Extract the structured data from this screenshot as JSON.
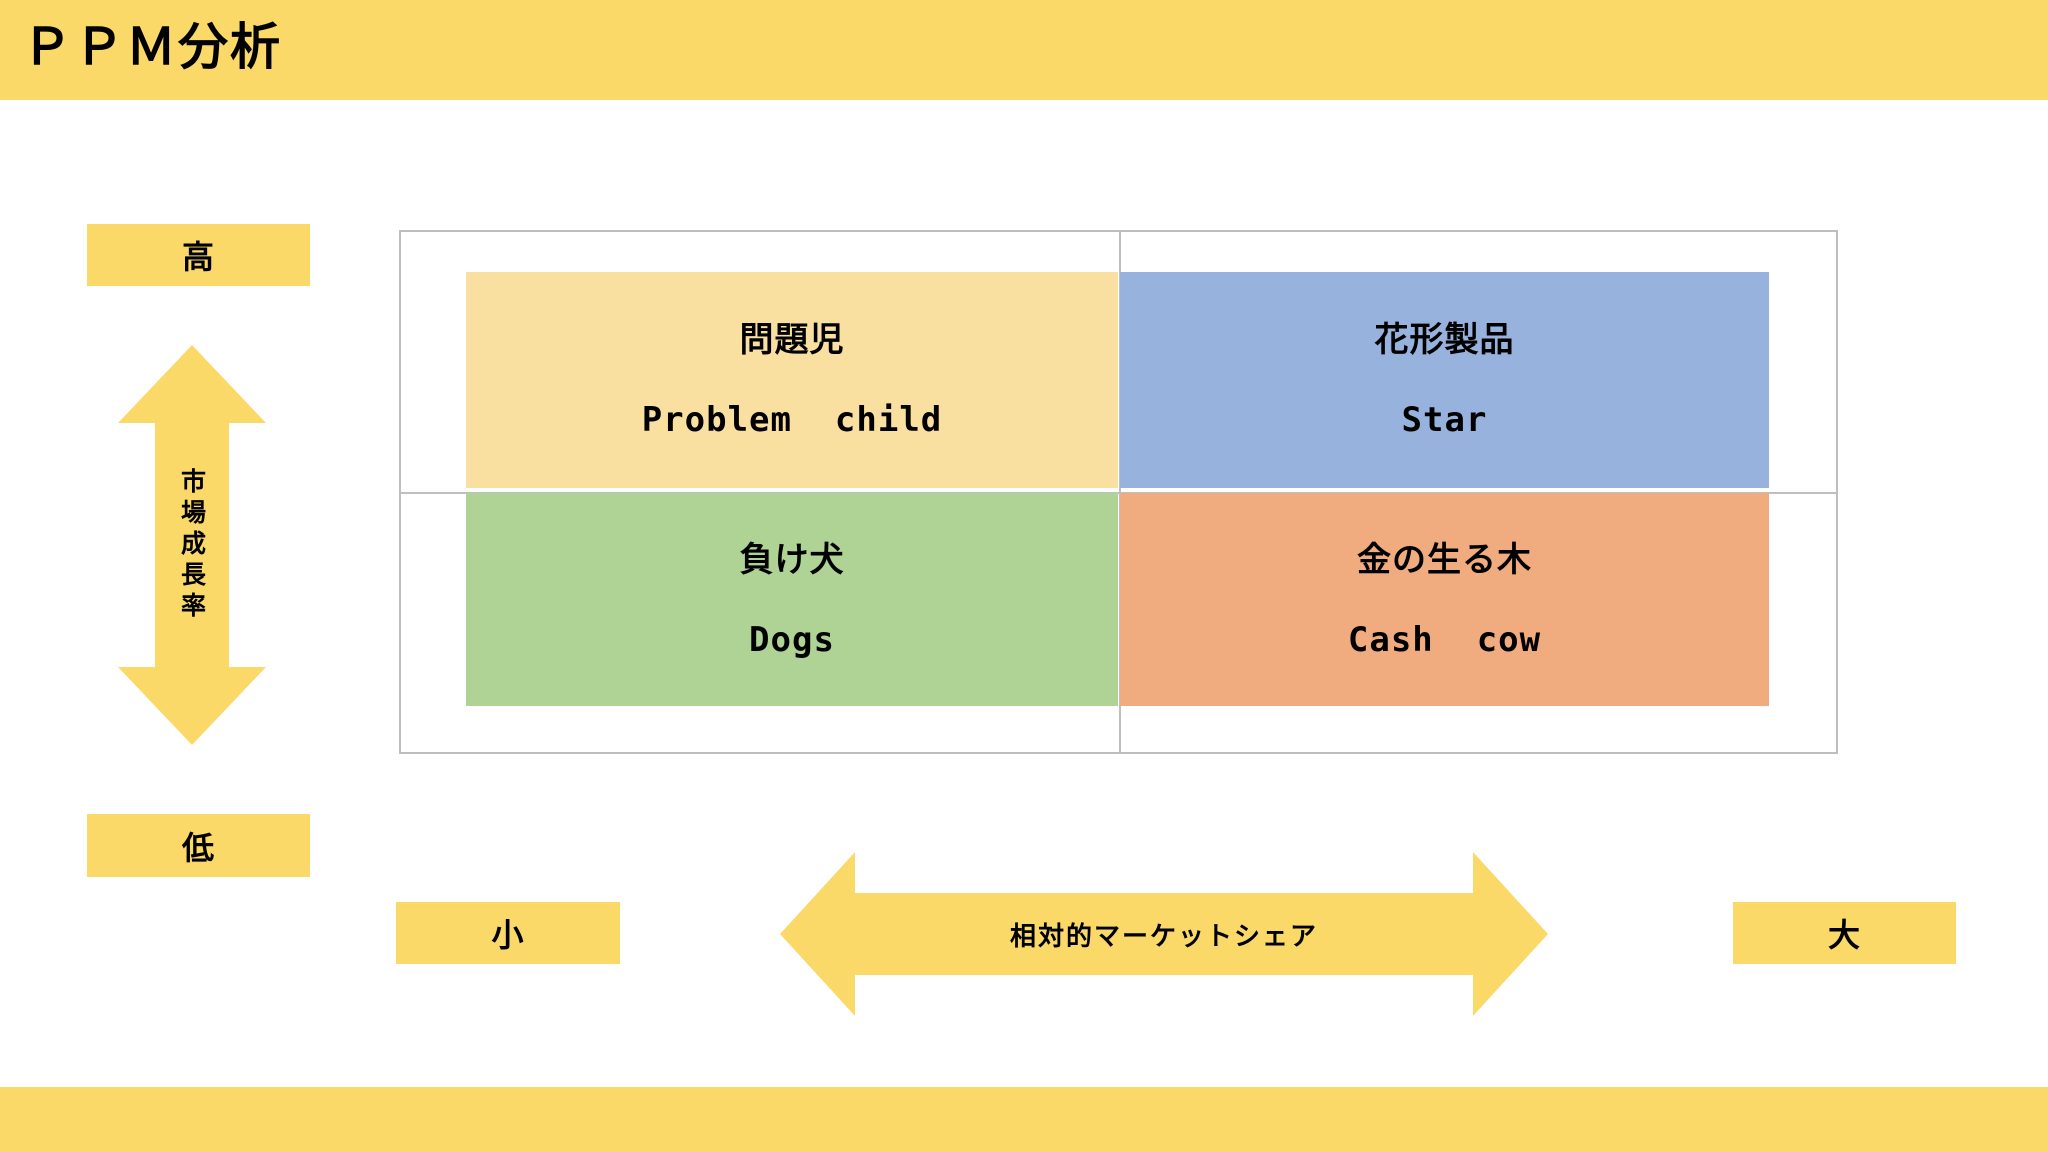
{
  "slide": {
    "title": "ＰＰＭ分析",
    "banner_color": "#FBD969",
    "background_color": "#FFFFFF"
  },
  "vertical_axis": {
    "label": "市場成長率",
    "high_label": "高",
    "low_label": "低",
    "arrow_color": "#FBD969",
    "arrow_direction": "double-vertical"
  },
  "horizontal_axis": {
    "label": "相対的マーケットシェア",
    "small_label": "小",
    "large_label": "大",
    "arrow_color": "#FBD969",
    "arrow_direction": "double-horizontal"
  },
  "matrix": {
    "border_color": "#BFBFBF",
    "quadrants": [
      {
        "key": "problem-child",
        "jp": "問題児",
        "en": "Problem  child",
        "color": "#FAE0A0",
        "growth": "高",
        "share": "小"
      },
      {
        "key": "star",
        "jp": "花形製品",
        "en": "Star",
        "color": "#97B2DC",
        "growth": "高",
        "share": "大"
      },
      {
        "key": "dogs",
        "jp": "負け犬",
        "en": "Dogs",
        "color": "#AED395",
        "growth": "低",
        "share": "小"
      },
      {
        "key": "cash-cow",
        "jp": "金の生る木",
        "en": "Cash  cow",
        "color": "#F0AC7E",
        "growth": "低",
        "share": "大"
      }
    ]
  }
}
